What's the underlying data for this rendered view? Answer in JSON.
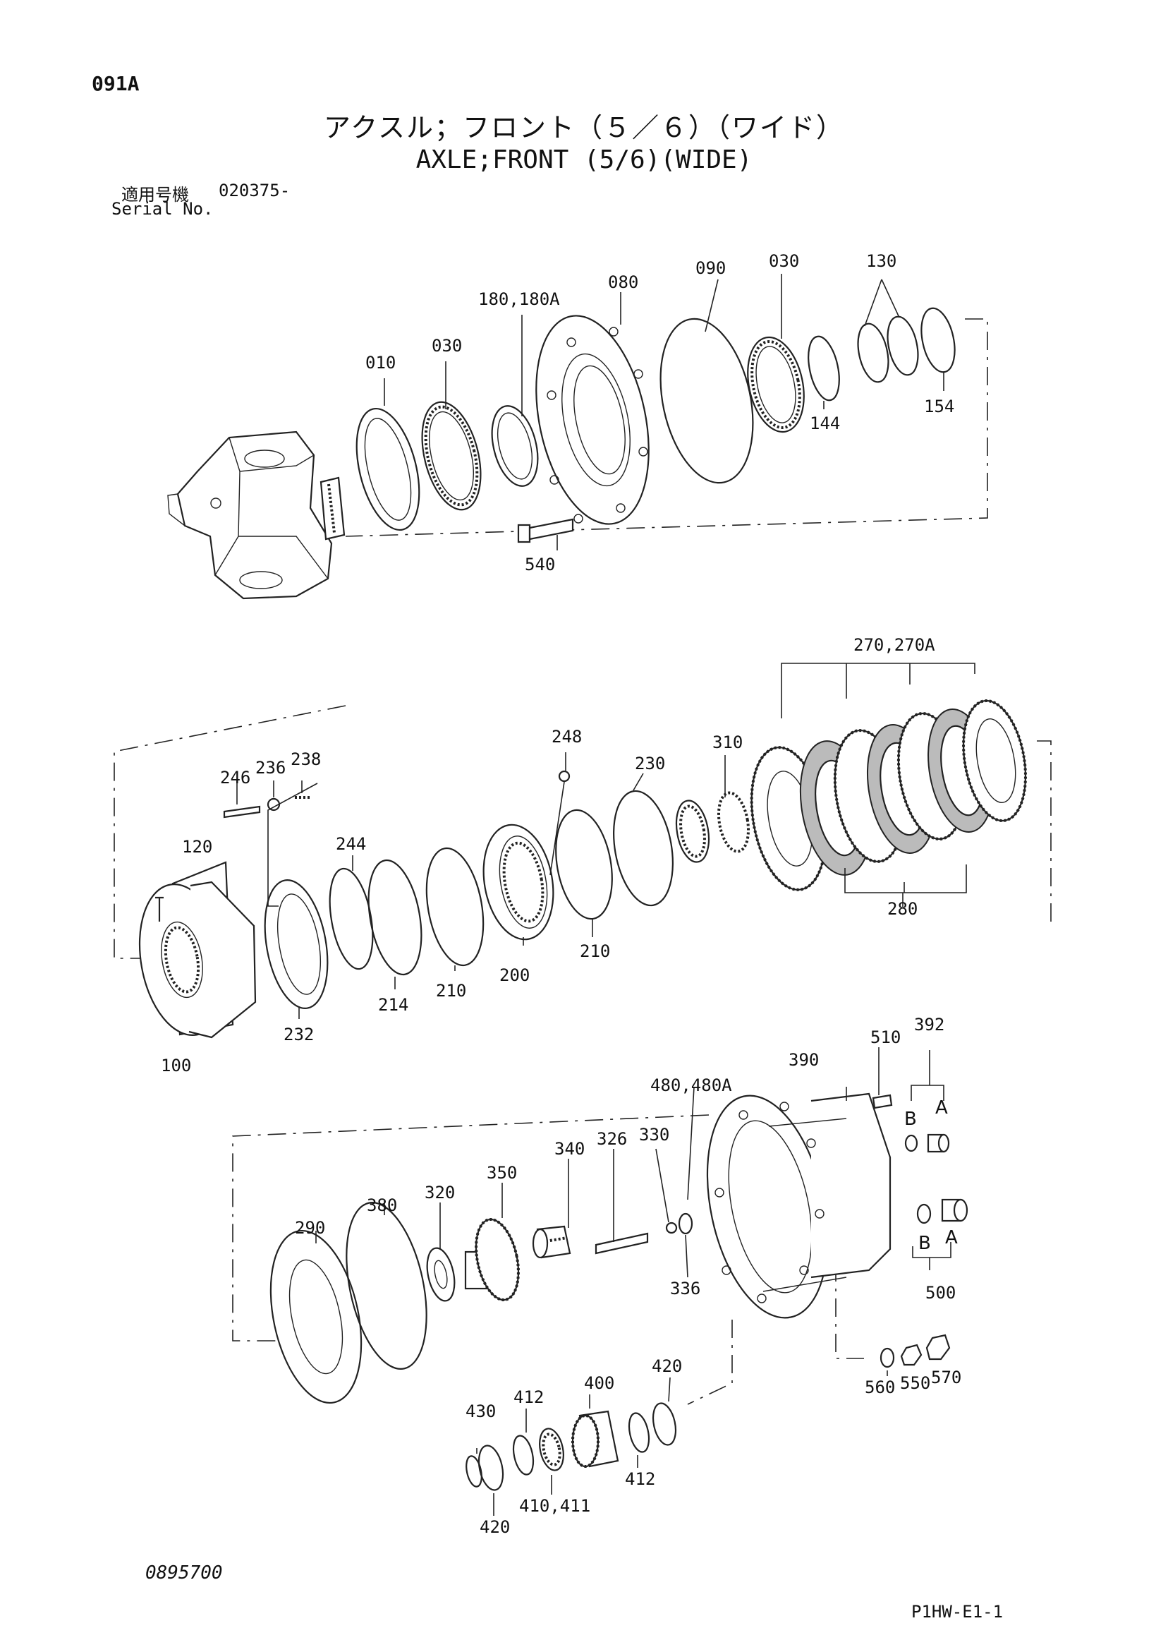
{
  "header": {
    "page_code": "091A",
    "title_jp": "アクスル；フロント（５／６）（ワイド）",
    "title_en": "AXLE;FRONT (5/6)(WIDE)",
    "serial_label_jp": "適用号機",
    "serial_value": "020375-",
    "serial_label_en": "Serial No."
  },
  "footer": {
    "doc_number": "0895700",
    "sheet_code": "P1HW-E1-1"
  },
  "labels": {
    "p010": "010",
    "p030a": "030",
    "p180": "180,180A",
    "p080": "080",
    "p090": "090",
    "p030b": "030",
    "p130": "130",
    "p144": "144",
    "p154": "154",
    "p540": "540",
    "p270": "270,270A",
    "p248": "248",
    "p230": "230",
    "p310": "310",
    "p246": "246",
    "p236": "236",
    "p238": "238",
    "p120": "120",
    "p244": "244",
    "p214": "214",
    "p210a": "210",
    "p200": "200",
    "p210b": "210",
    "p232": "232",
    "p100": "100",
    "p280": "280",
    "p510": "510",
    "p392": "392",
    "p390": "390",
    "p480": "480,480A",
    "p326": "326",
    "p330": "330",
    "p340": "340",
    "p350": "350",
    "p320": "320",
    "p380": "380",
    "p290": "290",
    "p336": "336",
    "p500": "500",
    "pB1": "B",
    "pA1": "A",
    "pB2": "B",
    "pA2": "A",
    "p420a": "420",
    "p400": "400",
    "p412a": "412",
    "p430": "430",
    "p412b": "412",
    "p410": "410,411",
    "p420b": "420",
    "p560": "560",
    "p550": "550",
    "p570": "570"
  }
}
